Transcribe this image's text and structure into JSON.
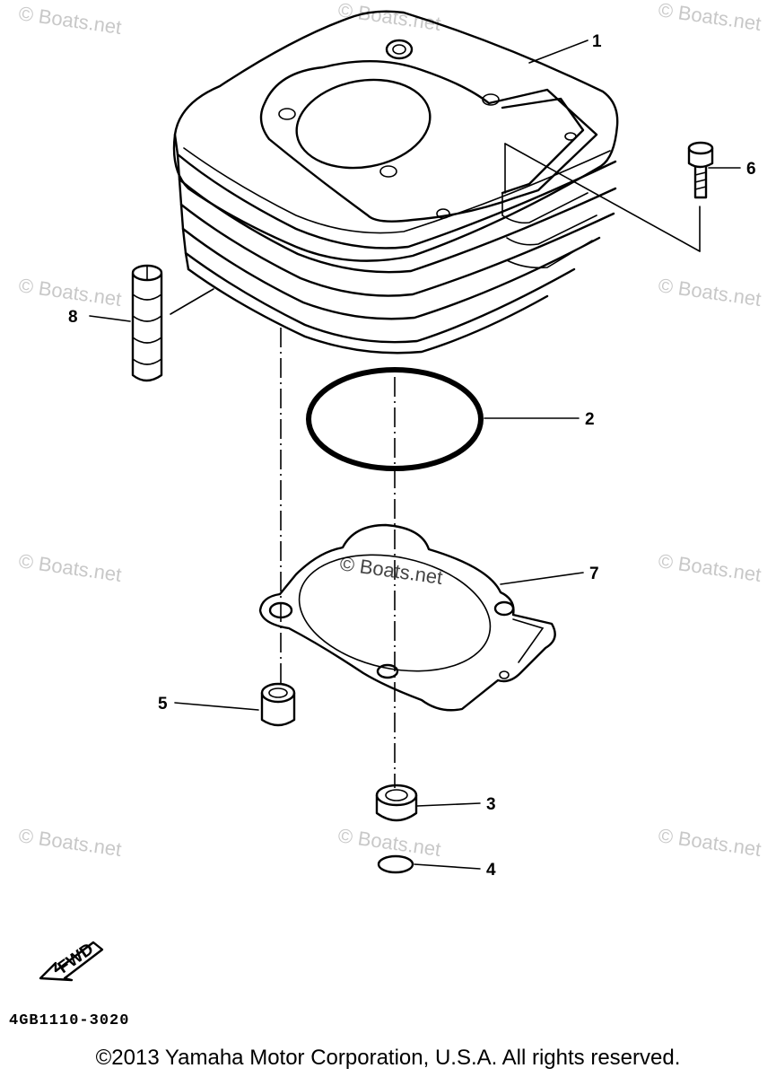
{
  "watermark": "© Boats.net",
  "callouts": [
    "1",
    "2",
    "3",
    "4",
    "5",
    "6",
    "7",
    "8"
  ],
  "fwd_label": "FWD",
  "diagram_code": "4GB1110-3020",
  "copyright": "©2013 Yamaha Motor Corporation, U.S.A. All rights reserved."
}
